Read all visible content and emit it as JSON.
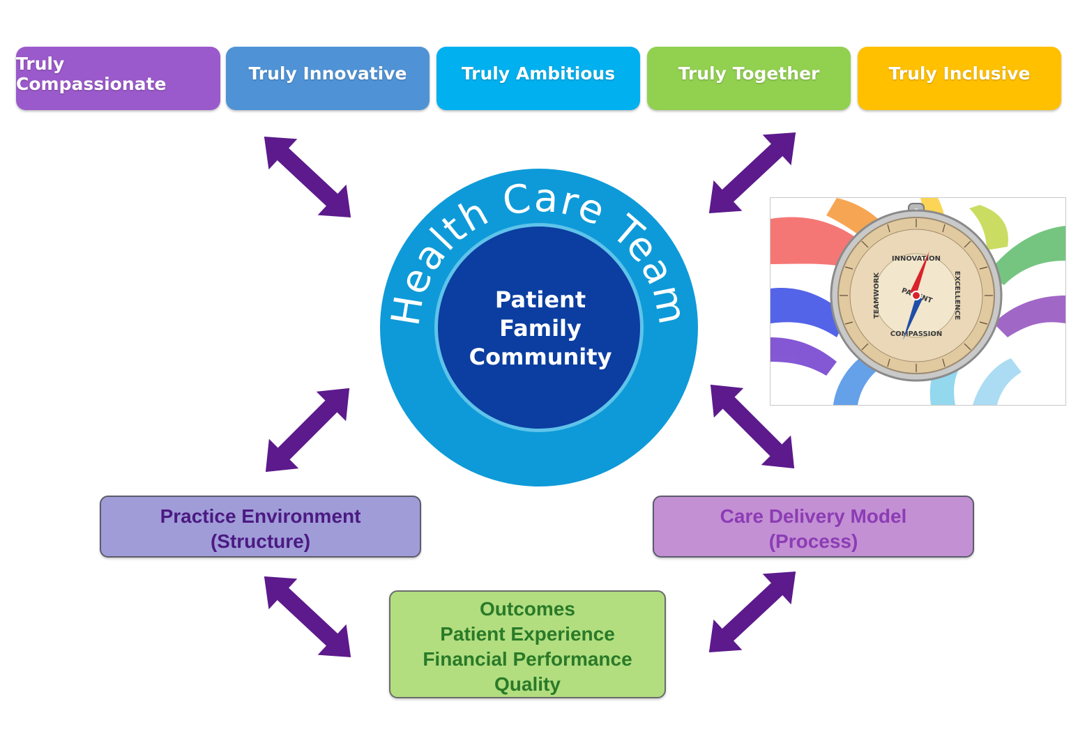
{
  "values": [
    {
      "label": "Truly Compassionate",
      "color": "#9b5acb"
    },
    {
      "label": "Truly Innovative",
      "color": "#4f93d6"
    },
    {
      "label": "Truly Ambitious",
      "color": "#00b0ef"
    },
    {
      "label": "Truly Together",
      "color": "#92d050"
    },
    {
      "label": "Truly Inclusive",
      "color": "#ffc000"
    }
  ],
  "center": {
    "ring_text": "Health Care Team",
    "inner_lines": [
      "Patient",
      "Family",
      "Community"
    ],
    "ring_color": "#0da0dc",
    "inner_color": "#0b3ea0"
  },
  "practice": {
    "line1": "Practice Environment",
    "line2": "(Structure)"
  },
  "care": {
    "line1": "Care Delivery Model",
    "line2": "(Process)"
  },
  "outcomes": {
    "lines": [
      "Outcomes",
      "Patient Experience",
      "Financial Performance",
      "Quality"
    ]
  },
  "compass": {
    "north": "INNOVATION",
    "south": "COMPASSION",
    "east": "EXCELLENCE",
    "west": "TEAMWORK",
    "center_text": "PATIENT"
  },
  "arrow_color": "#5c1a8c"
}
